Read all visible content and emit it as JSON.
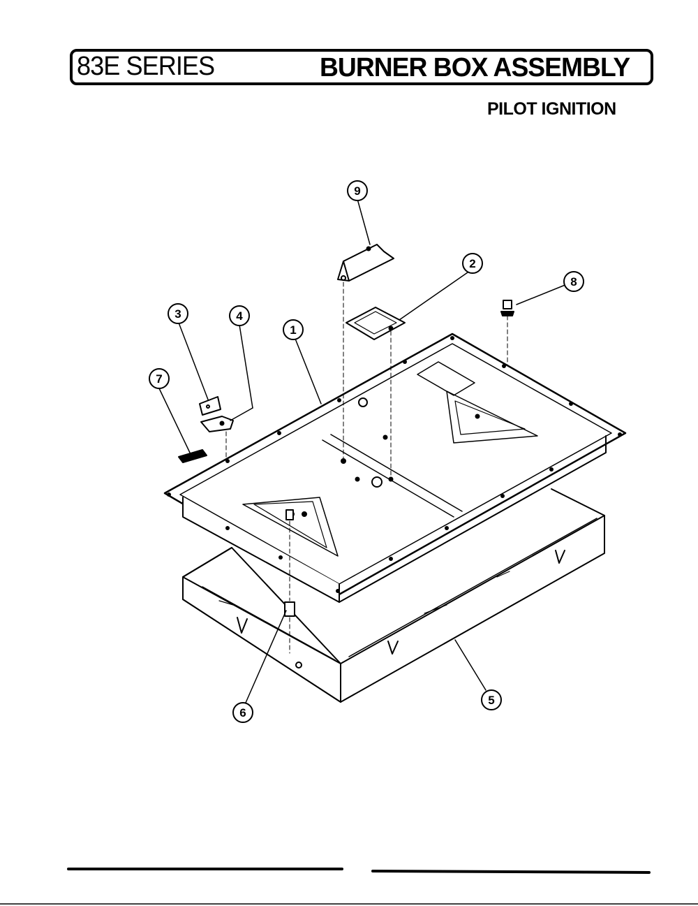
{
  "header": {
    "series": "83E SERIES",
    "title": "BURNER BOX ASSEMBLY",
    "subtitle": "PILOT IGNITION"
  },
  "callouts": [
    {
      "label": "1"
    },
    {
      "label": "2"
    },
    {
      "label": "3"
    },
    {
      "label": "4"
    },
    {
      "label": "5"
    },
    {
      "label": "6"
    },
    {
      "label": "7"
    },
    {
      "label": "8"
    },
    {
      "label": "9"
    }
  ]
}
